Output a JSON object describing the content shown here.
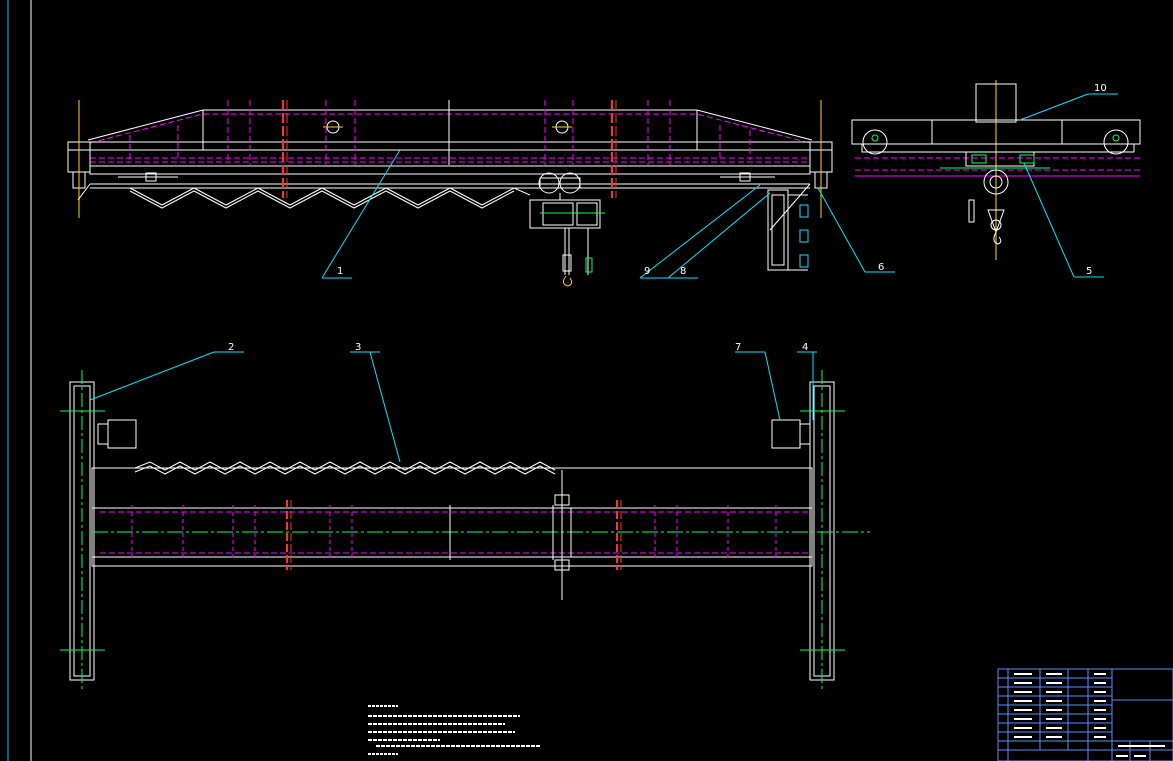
{
  "colors": {
    "background": "#000000",
    "structure": "#ffffff",
    "hidden_line": "#ff00ff",
    "center_line": "#00ff66",
    "leader": "#00e5ff",
    "section": "#ff3030",
    "cut_line": "#ffd21f",
    "title_block": "#5a8cff"
  },
  "part_labels": {
    "p1": "1",
    "p2": "2",
    "p3": "3",
    "p4": "4",
    "p5": "5",
    "p6": "6",
    "p7": "7",
    "p8": "8",
    "p9": "9",
    "p10": "10"
  }
}
